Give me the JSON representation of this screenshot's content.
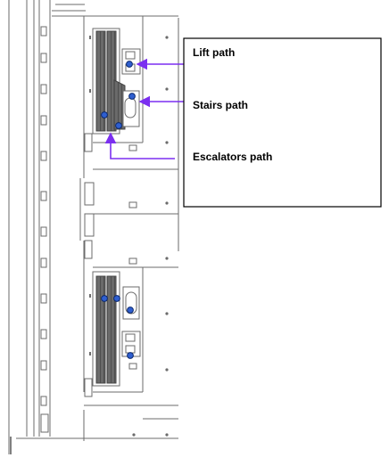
{
  "legend": {
    "items": [
      {
        "id": "lift",
        "label": "Lift path"
      },
      {
        "id": "stairs",
        "label": "Stairs path"
      },
      {
        "id": "escalators",
        "label": "Escalators path"
      }
    ]
  },
  "colors": {
    "arrow": "#7b2ff0",
    "node_fill": "#2f5fd0",
    "node_stroke": "#0d2a6e",
    "plan_line": "#6b6b6b",
    "escalator_fill": "#5a5a5a",
    "legend_border": "#000000"
  }
}
